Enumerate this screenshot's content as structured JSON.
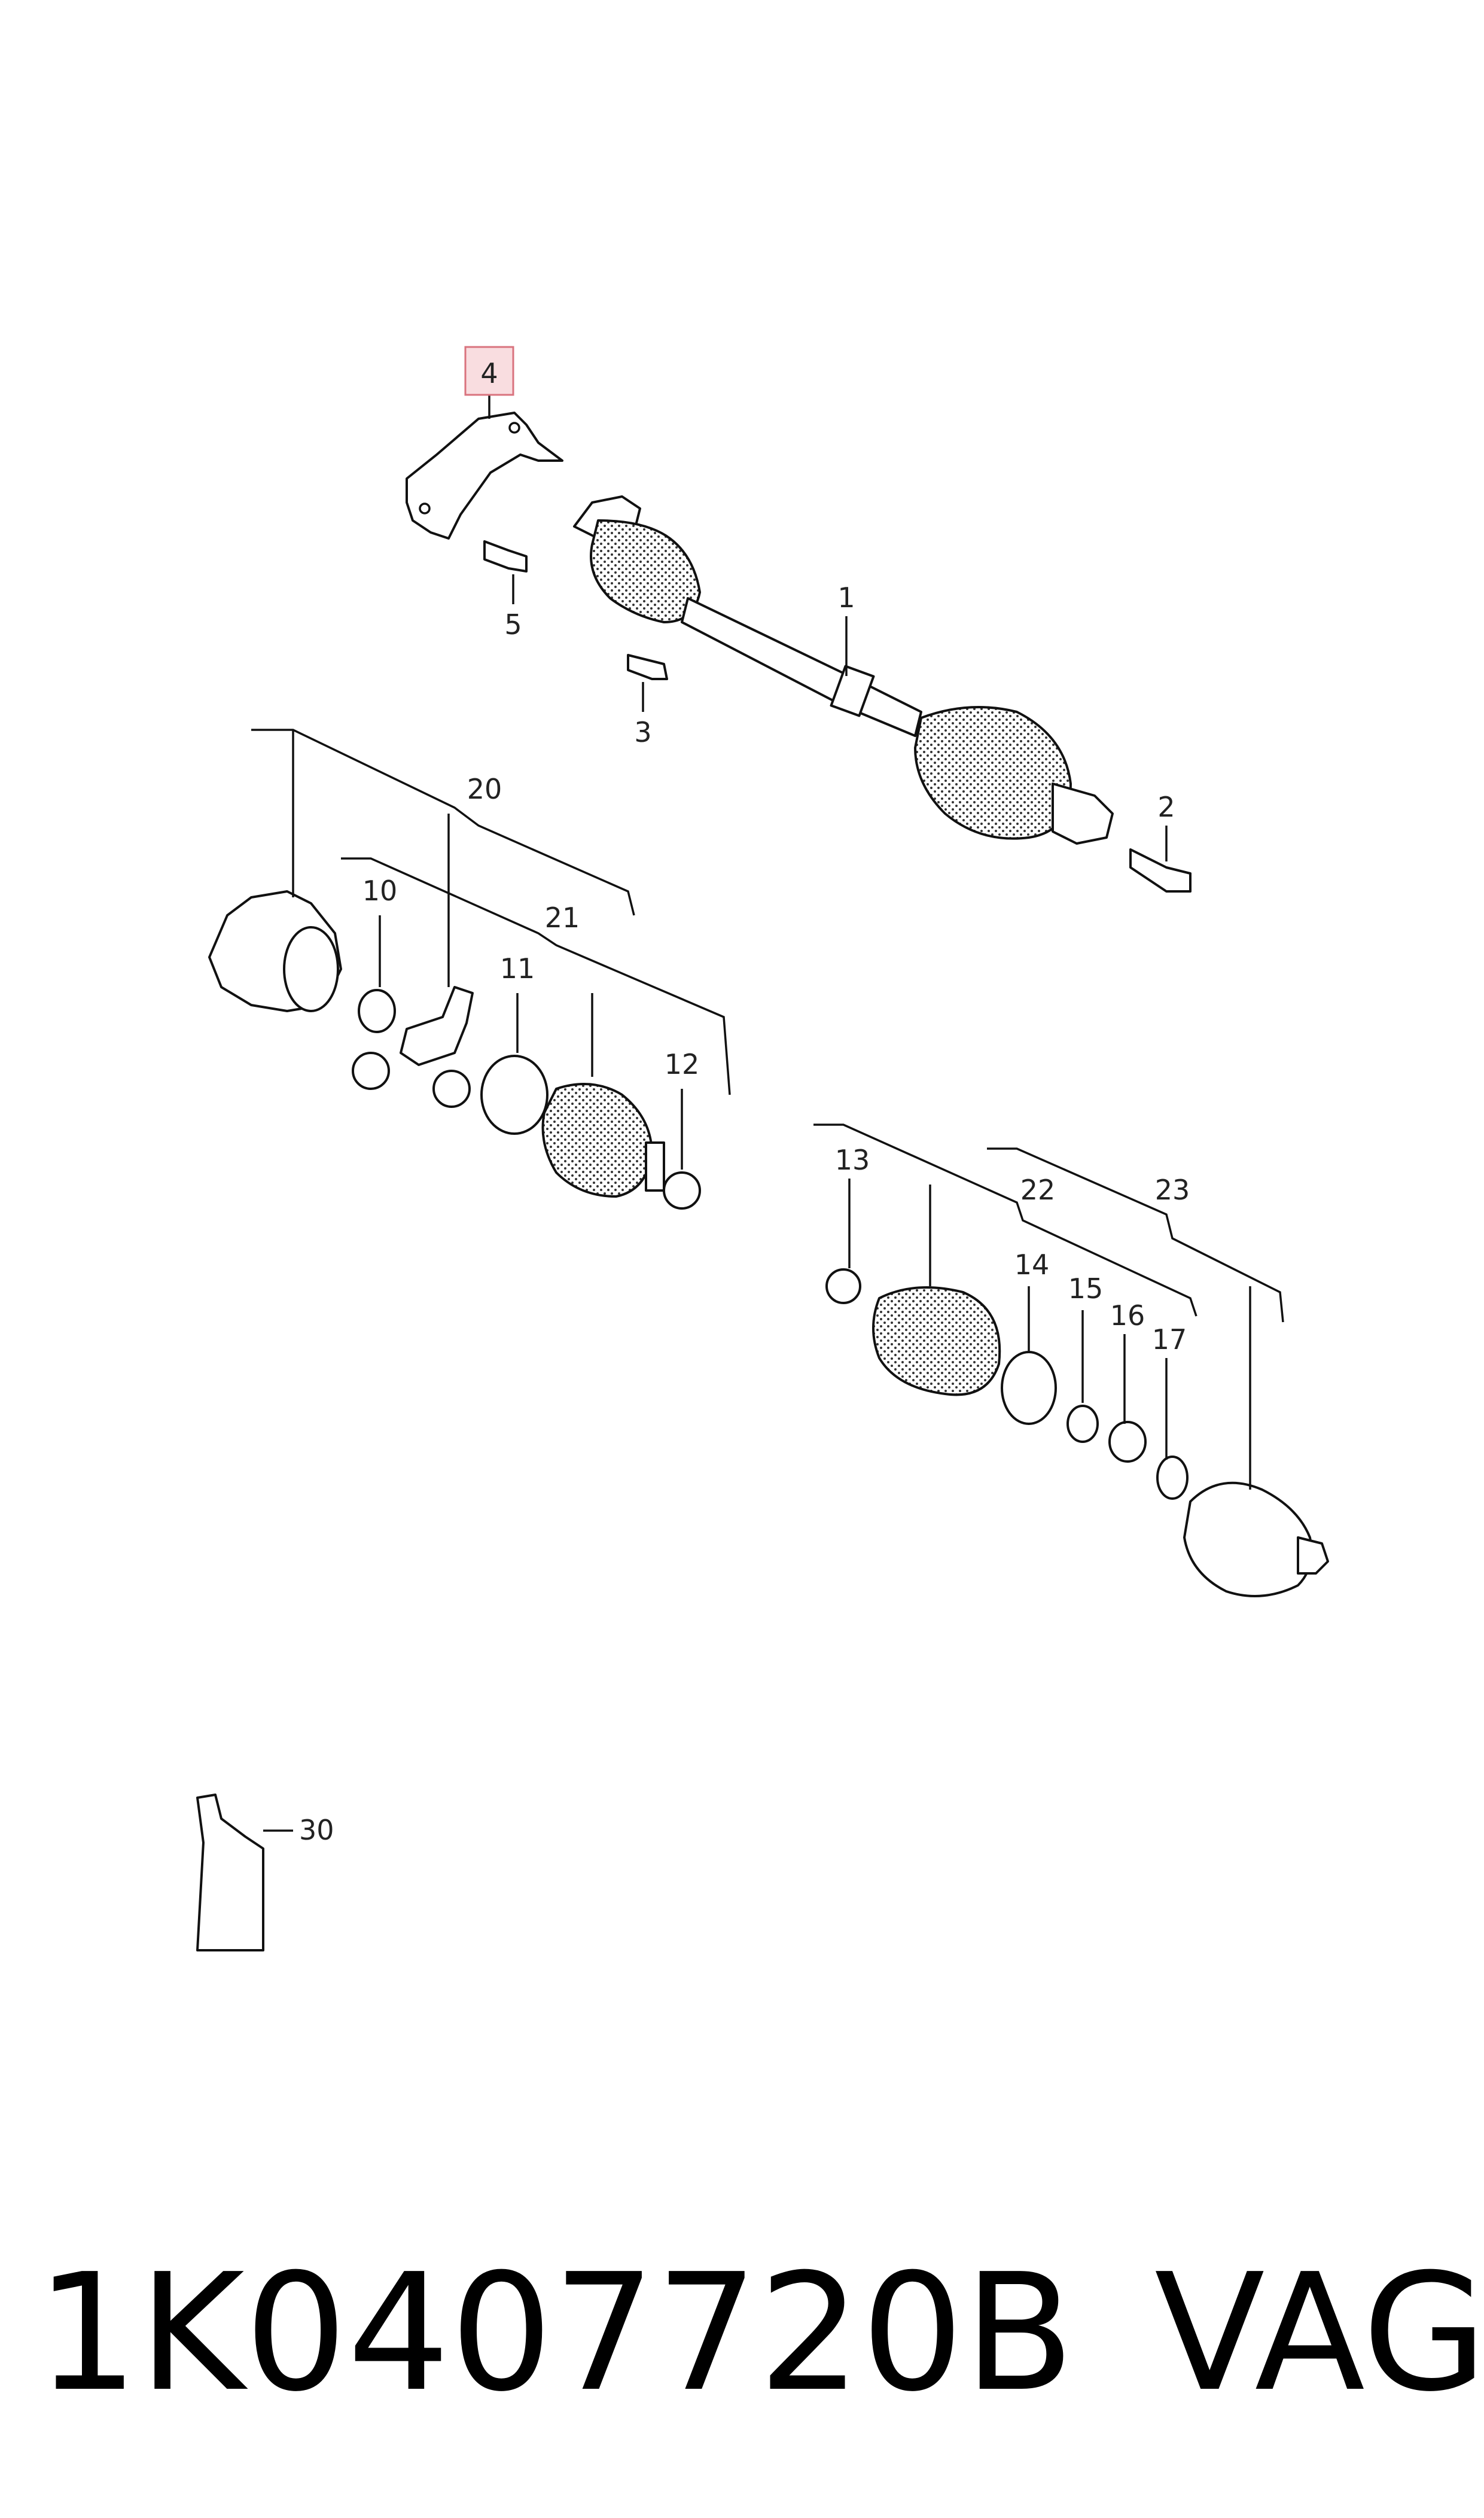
{
  "diagram": {
    "callouts": [
      {
        "id": "4",
        "label": "4",
        "highlighted": true
      },
      {
        "id": "5",
        "label": "5"
      },
      {
        "id": "1",
        "label": "1"
      },
      {
        "id": "3",
        "label": "3"
      },
      {
        "id": "2",
        "label": "2"
      },
      {
        "id": "20",
        "label": "20"
      },
      {
        "id": "21",
        "label": "21"
      },
      {
        "id": "10",
        "label": "10"
      },
      {
        "id": "11",
        "label": "11"
      },
      {
        "id": "12",
        "label": "12"
      },
      {
        "id": "13",
        "label": "13"
      },
      {
        "id": "22",
        "label": "22"
      },
      {
        "id": "23",
        "label": "23"
      },
      {
        "id": "14",
        "label": "14"
      },
      {
        "id": "15",
        "label": "15"
      },
      {
        "id": "16",
        "label": "16"
      },
      {
        "id": "17",
        "label": "17"
      },
      {
        "id": "30",
        "label": "30"
      }
    ],
    "highlight_color": "#f9dde0"
  },
  "caption": {
    "part_number": "1K0407720B",
    "brand": "VAG"
  }
}
